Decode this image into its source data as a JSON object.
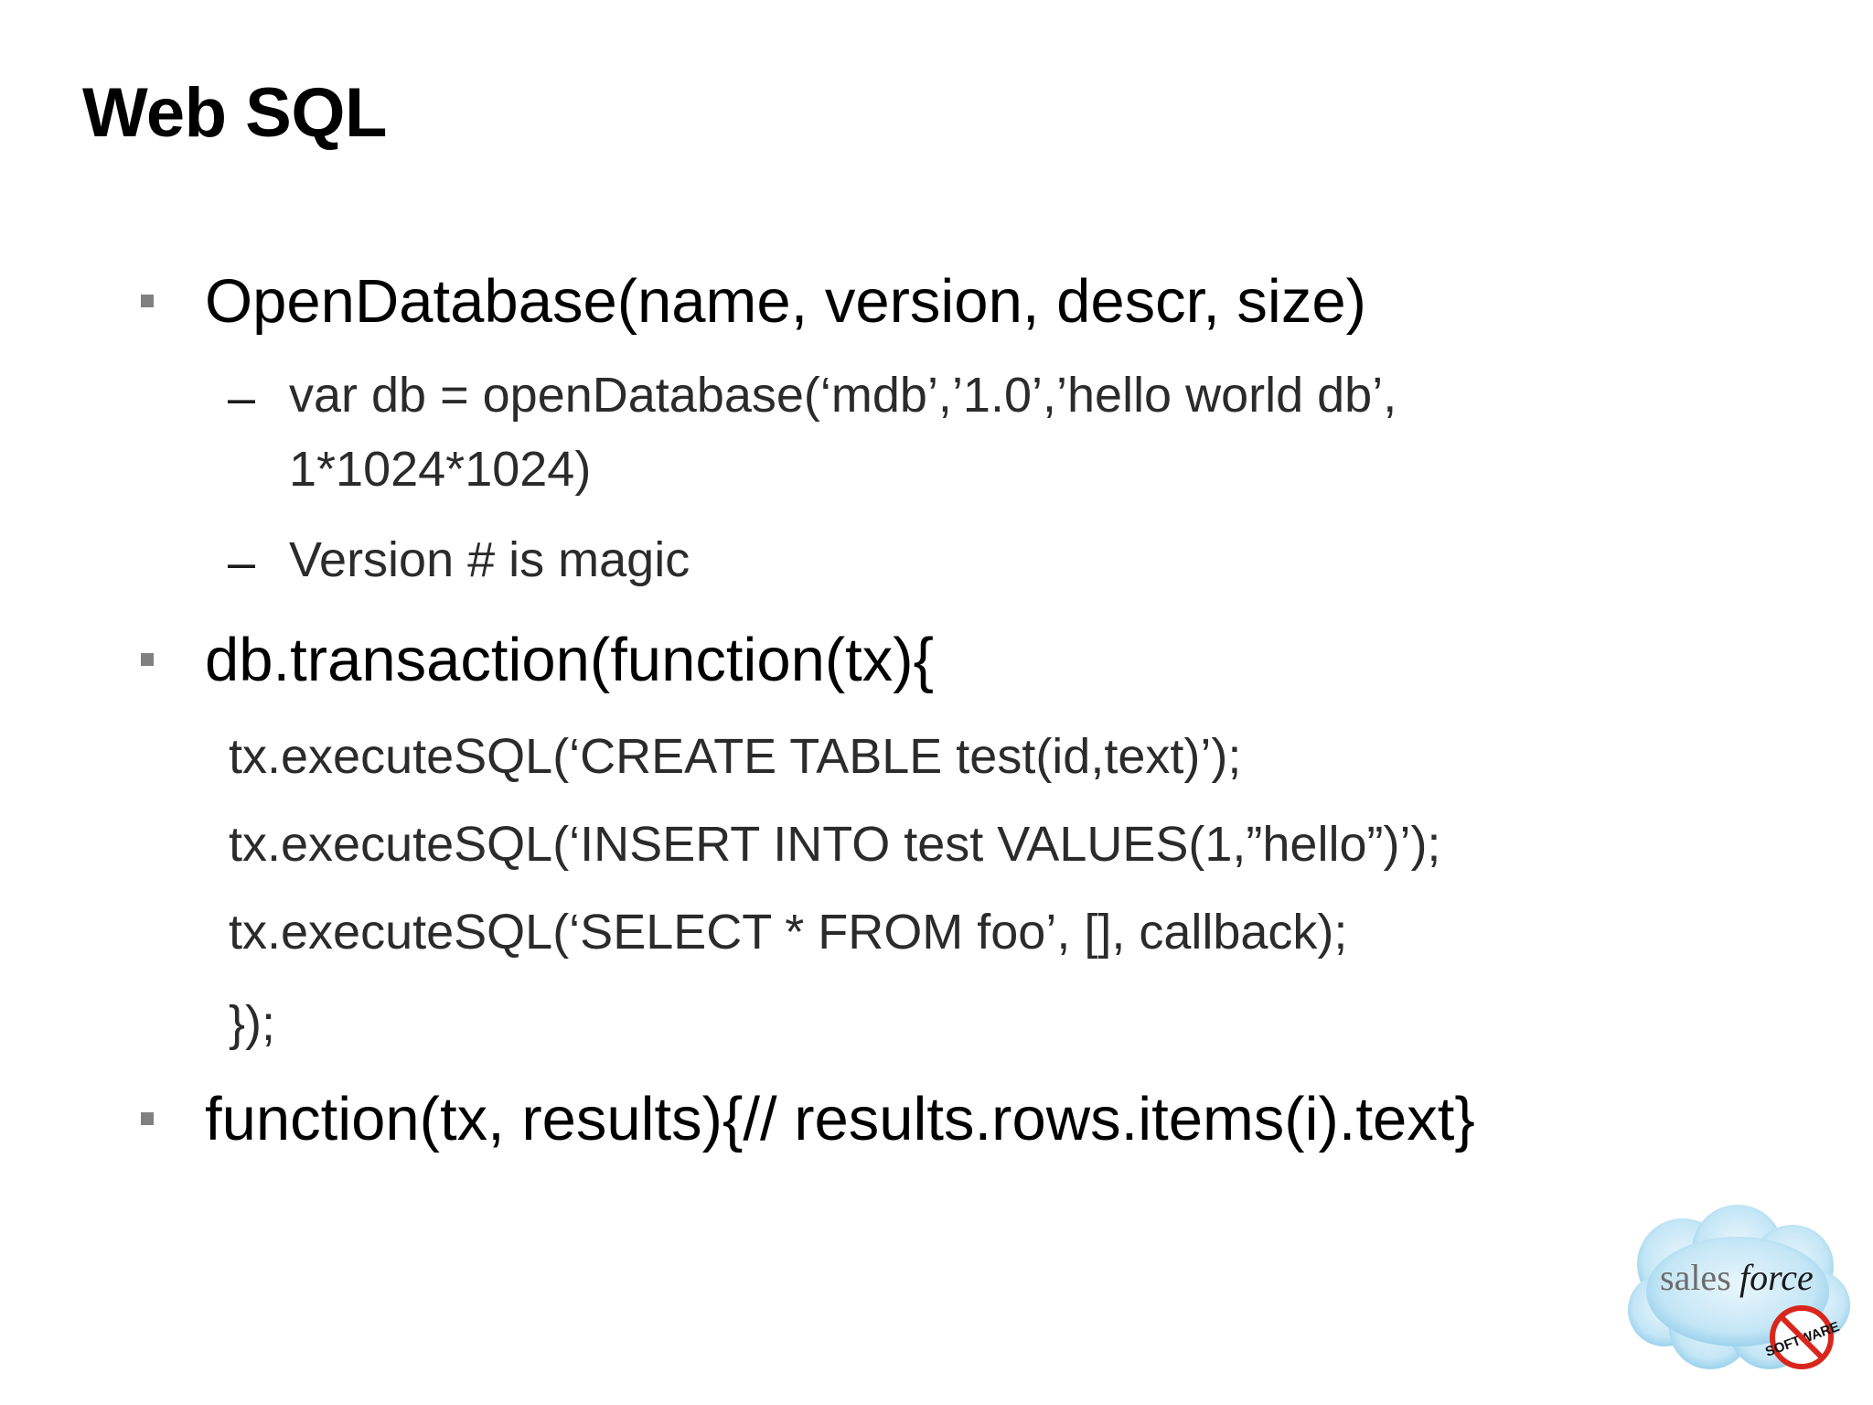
{
  "slide": {
    "title": "Web SQL",
    "bullets": [
      {
        "text": "OpenDatabase(name, version, descr, size)",
        "sub": [
          {
            "line1": "var db = openDatabase(‘mdb’,’1.0’,’hello world db’,",
            "line2": "1*1024*1024)"
          },
          {
            "line1": "Version # is magic"
          }
        ]
      },
      {
        "text": "db.transaction(function(tx){",
        "code": [
          "tx.executeSQL(‘CREATE TABLE test(id,text)’);",
          "tx.executeSQL(‘INSERT INTO test VALUES(1,”hello”)’);",
          "tx.executeSQL(‘SELECT * FROM foo’, [], callback);",
          "});"
        ]
      },
      {
        "text": "function(tx, results){// results.rows.items(i).text}"
      }
    ],
    "dash_glyph": "–"
  },
  "logo": {
    "text_sales": "sales",
    "text_force": "force",
    "stamp_text": "SOFTWARE",
    "cloud_color": "#9fd3ef",
    "cloud_highlight": "#e9f6fc",
    "stamp_color": "#d9261c"
  }
}
